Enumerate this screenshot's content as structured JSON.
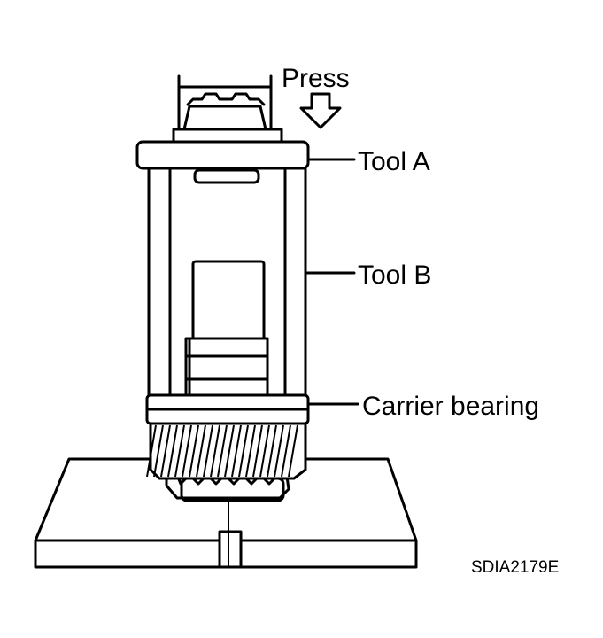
{
  "labels": {
    "press": "Press",
    "tool_a": "Tool A",
    "tool_b": "Tool B",
    "carrier_bearing": "Carrier bearing"
  },
  "figure_code": "SDIA2179E"
}
